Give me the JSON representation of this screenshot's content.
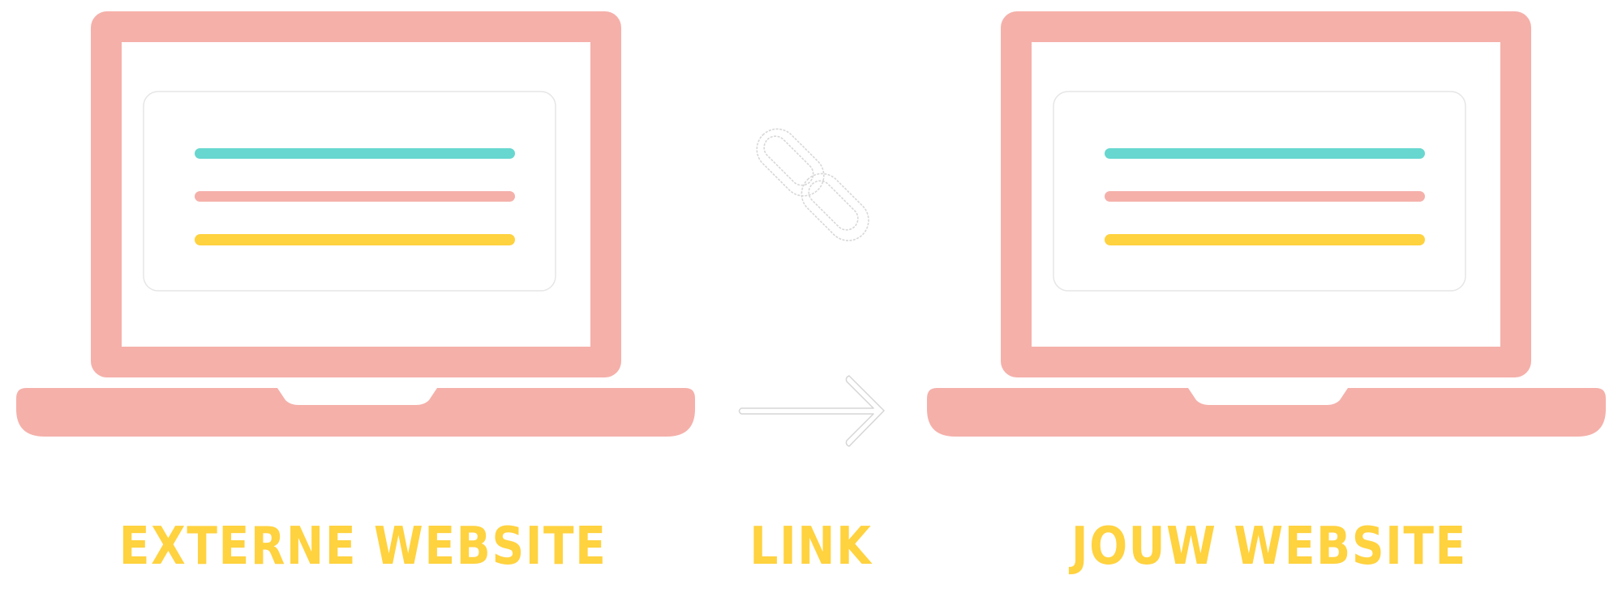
{
  "diagram": {
    "colors": {
      "laptop": "#f5b0aa",
      "line_teal": "#67d7cf",
      "line_pink": "#f5b0aa",
      "line_yellow": "#ffd23f",
      "label": "#ffd23f",
      "icon_outline": "#d8d8d8",
      "background": "#ffffff"
    },
    "left_laptop": {
      "label": "EXTERNE WEBSITE",
      "content_lines": [
        "teal",
        "pink",
        "yellow"
      ]
    },
    "middle": {
      "label": "LINK",
      "icons": [
        "link-chain-icon",
        "arrow-right-icon"
      ]
    },
    "right_laptop": {
      "label": "JOUW WEBSITE",
      "content_lines": [
        "teal",
        "pink",
        "yellow"
      ]
    }
  }
}
